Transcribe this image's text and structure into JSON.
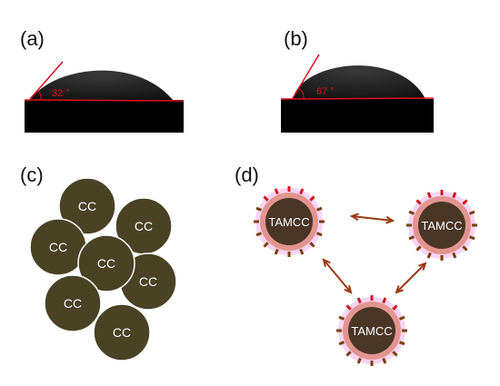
{
  "panels": {
    "a": {
      "label": "(a)",
      "angle_text": "32 °"
    },
    "b": {
      "label": "(b)",
      "angle_text": "67 °"
    },
    "c": {
      "label": "(c)",
      "particle_label": "CC"
    },
    "d": {
      "label": "(d)",
      "particle_label": "TAMCC"
    }
  },
  "colors": {
    "cc_fill": "#4a4225",
    "tamcc_core": "#4a3626",
    "tamcc_shell": "#e3948f",
    "tamcc_halo": "#f7d4f3",
    "arrow": "#9b3c14",
    "contact_line": "#e0101c",
    "photo_bg": "#000000"
  }
}
